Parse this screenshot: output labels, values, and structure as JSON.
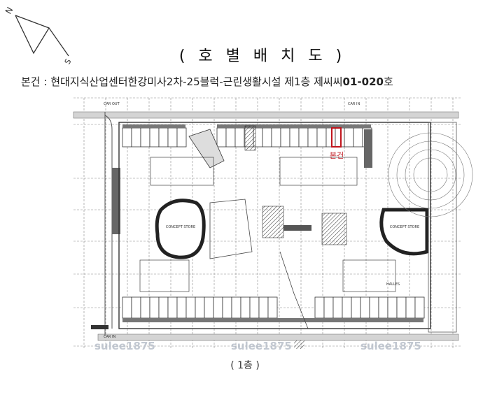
{
  "compass": {
    "north": "N",
    "south": "S"
  },
  "title": "( 호 별 배 치 도 )",
  "subtitle": {
    "prefix": "본건 : 현대지식산업센터한강미사2차-25블럭-근린생활시설 제1층 제씨씨",
    "unit_number": "01-020",
    "suffix": "호"
  },
  "plan": {
    "car_out": "CAR OUT",
    "car_in_top": "CAR IN",
    "car_in_bottom": "CAR IN",
    "concept_store_left": "CONCEPT STORE",
    "concept_store_right": "CONCEPT STORE",
    "halles": "HALLES",
    "subject_unit_label": "본건",
    "watermarks": [
      "sulee1875",
      "sulee1875",
      "sulee1875"
    ],
    "highlight_color": "#c0141c"
  },
  "caption": "( 1층 )"
}
